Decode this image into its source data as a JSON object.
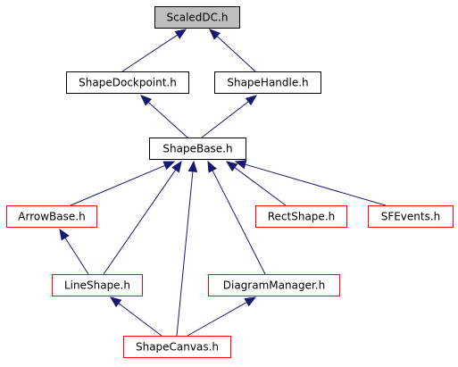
{
  "diagram": {
    "nodes": [
      {
        "id": "scaleddc",
        "label": "ScaledDC.h",
        "current": true,
        "border": "#000000"
      },
      {
        "id": "shapedockpoint",
        "label": "ShapeDockpoint.h",
        "border": "#000000"
      },
      {
        "id": "shapehandle",
        "label": "ShapeHandle.h",
        "border": "#000000"
      },
      {
        "id": "shapebase",
        "label": "ShapeBase.h",
        "border": "#000000"
      },
      {
        "id": "arrowbase",
        "label": "ArrowBase.h",
        "border": "#ff0000"
      },
      {
        "id": "rectshape",
        "label": "RectShape.h",
        "border": "#ff0000"
      },
      {
        "id": "sfevents",
        "label": "SFEvents.h",
        "border": "#ff0000"
      },
      {
        "id": "lineshape",
        "label": "LineShape.h",
        "border": "#ff0000"
      },
      {
        "id": "diagrammanager",
        "label": "DiagramManager.h",
        "border": "#ff0000"
      },
      {
        "id": "shapecanvas",
        "label": "ShapeCanvas.h",
        "border": "#ff0000"
      }
    ],
    "edges": [
      {
        "from": "shapedockpoint",
        "to": "scaleddc"
      },
      {
        "from": "shapehandle",
        "to": "scaleddc"
      },
      {
        "from": "shapebase",
        "to": "shapedockpoint"
      },
      {
        "from": "shapebase",
        "to": "shapehandle"
      },
      {
        "from": "arrowbase",
        "to": "shapebase"
      },
      {
        "from": "lineshape",
        "to": "shapebase"
      },
      {
        "from": "shapecanvas",
        "to": "shapebase"
      },
      {
        "from": "diagrammanager",
        "to": "shapebase"
      },
      {
        "from": "rectshape",
        "to": "shapebase"
      },
      {
        "from": "sfevents",
        "to": "shapebase"
      },
      {
        "from": "lineshape",
        "to": "arrowbase"
      },
      {
        "from": "shapecanvas",
        "to": "lineshape"
      },
      {
        "from": "shapecanvas",
        "to": "diagrammanager"
      }
    ],
    "edge_color": "#191970"
  }
}
